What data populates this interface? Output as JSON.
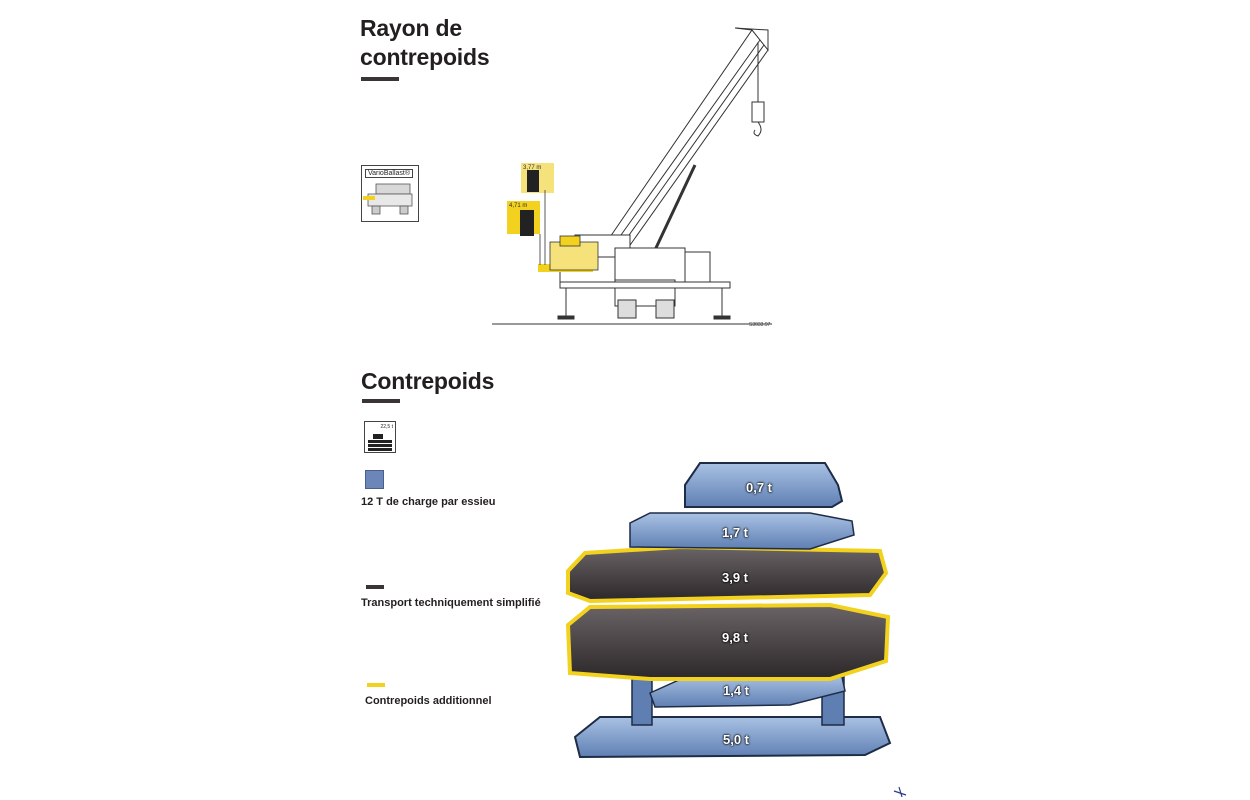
{
  "sections": {
    "rayon": {
      "title_line1": "Rayon de",
      "title_line2": "contrepoids"
    },
    "contrepoids": {
      "title": "Contrepoids"
    }
  },
  "variob": {
    "label": "VarioBallast®"
  },
  "radius": {
    "small": "3,77 m",
    "large": "4,71 m"
  },
  "drawing_ref": "S3033.97",
  "badge_weight": "22,5 t",
  "legend": {
    "blue": {
      "color": "#6b86b8",
      "label": "12 T de charge par essieu"
    },
    "dark": {
      "color": "#3a3436",
      "label": "Transport techniquement simplifié"
    },
    "yellow": {
      "color": "#f2d21e",
      "label": "Contrepoids additionnel"
    }
  },
  "counterweights": [
    "0,7 t",
    "1,7 t",
    "3,9 t",
    "9,8 t",
    "1,4 t",
    "5,0 t"
  ],
  "colors": {
    "accent_yellow": "#f2d21e",
    "dark": "#3a3436",
    "blue": "#6b86b8"
  }
}
